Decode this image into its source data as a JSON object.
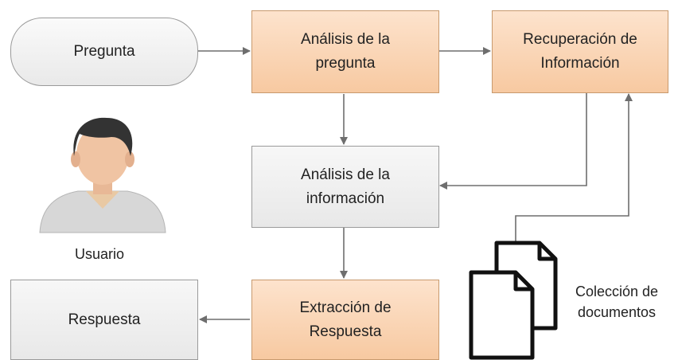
{
  "nodes": {
    "pregunta": "Pregunta",
    "analisis_pregunta": "Análisis de la pregunta",
    "recuperacion": "Recuperación de Información",
    "analisis_informacion": "Análisis de la información",
    "extraccion": "Extracción de Respuesta",
    "respuesta": "Respuesta"
  },
  "labels": {
    "usuario": "Usuario",
    "coleccion": "Colección de documentos"
  },
  "colors": {
    "process_fill": "#f9d3b3",
    "neutral_fill": "#efefef",
    "arrow": "#6e6e6e"
  },
  "icons": [
    "user-avatar-icon",
    "documents-icon"
  ]
}
